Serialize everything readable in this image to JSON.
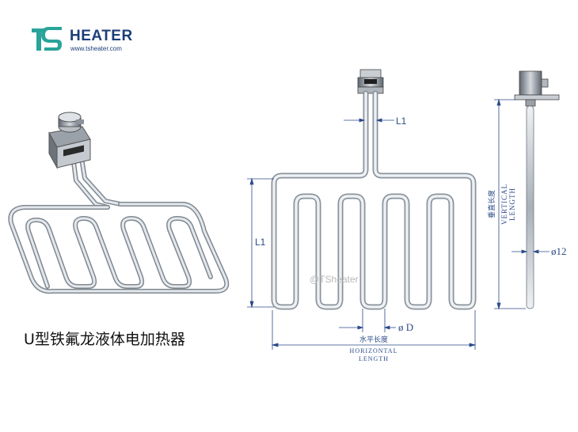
{
  "brand": {
    "name": "HEATER",
    "website": "www.tsheater.com",
    "logo_letters": "TS",
    "color": "#1c3e7a",
    "accent": "#2aa39a"
  },
  "caption": "U型铁氟龙液体电加热器",
  "watermark": "@TSheater",
  "dimensions": {
    "L1_top": "L1",
    "L1_side": "L1",
    "diameter": "ø D",
    "horizontal_cn": "水平长度",
    "horizontal_en_1": "HORIZONTAL",
    "horizontal_en_2": "LENGTH",
    "vertical_cn": "垂直长度",
    "vertical_en_1": "VERTICAL",
    "vertical_en_2": "LENGTH",
    "rod_diameter": "ø12"
  }
}
